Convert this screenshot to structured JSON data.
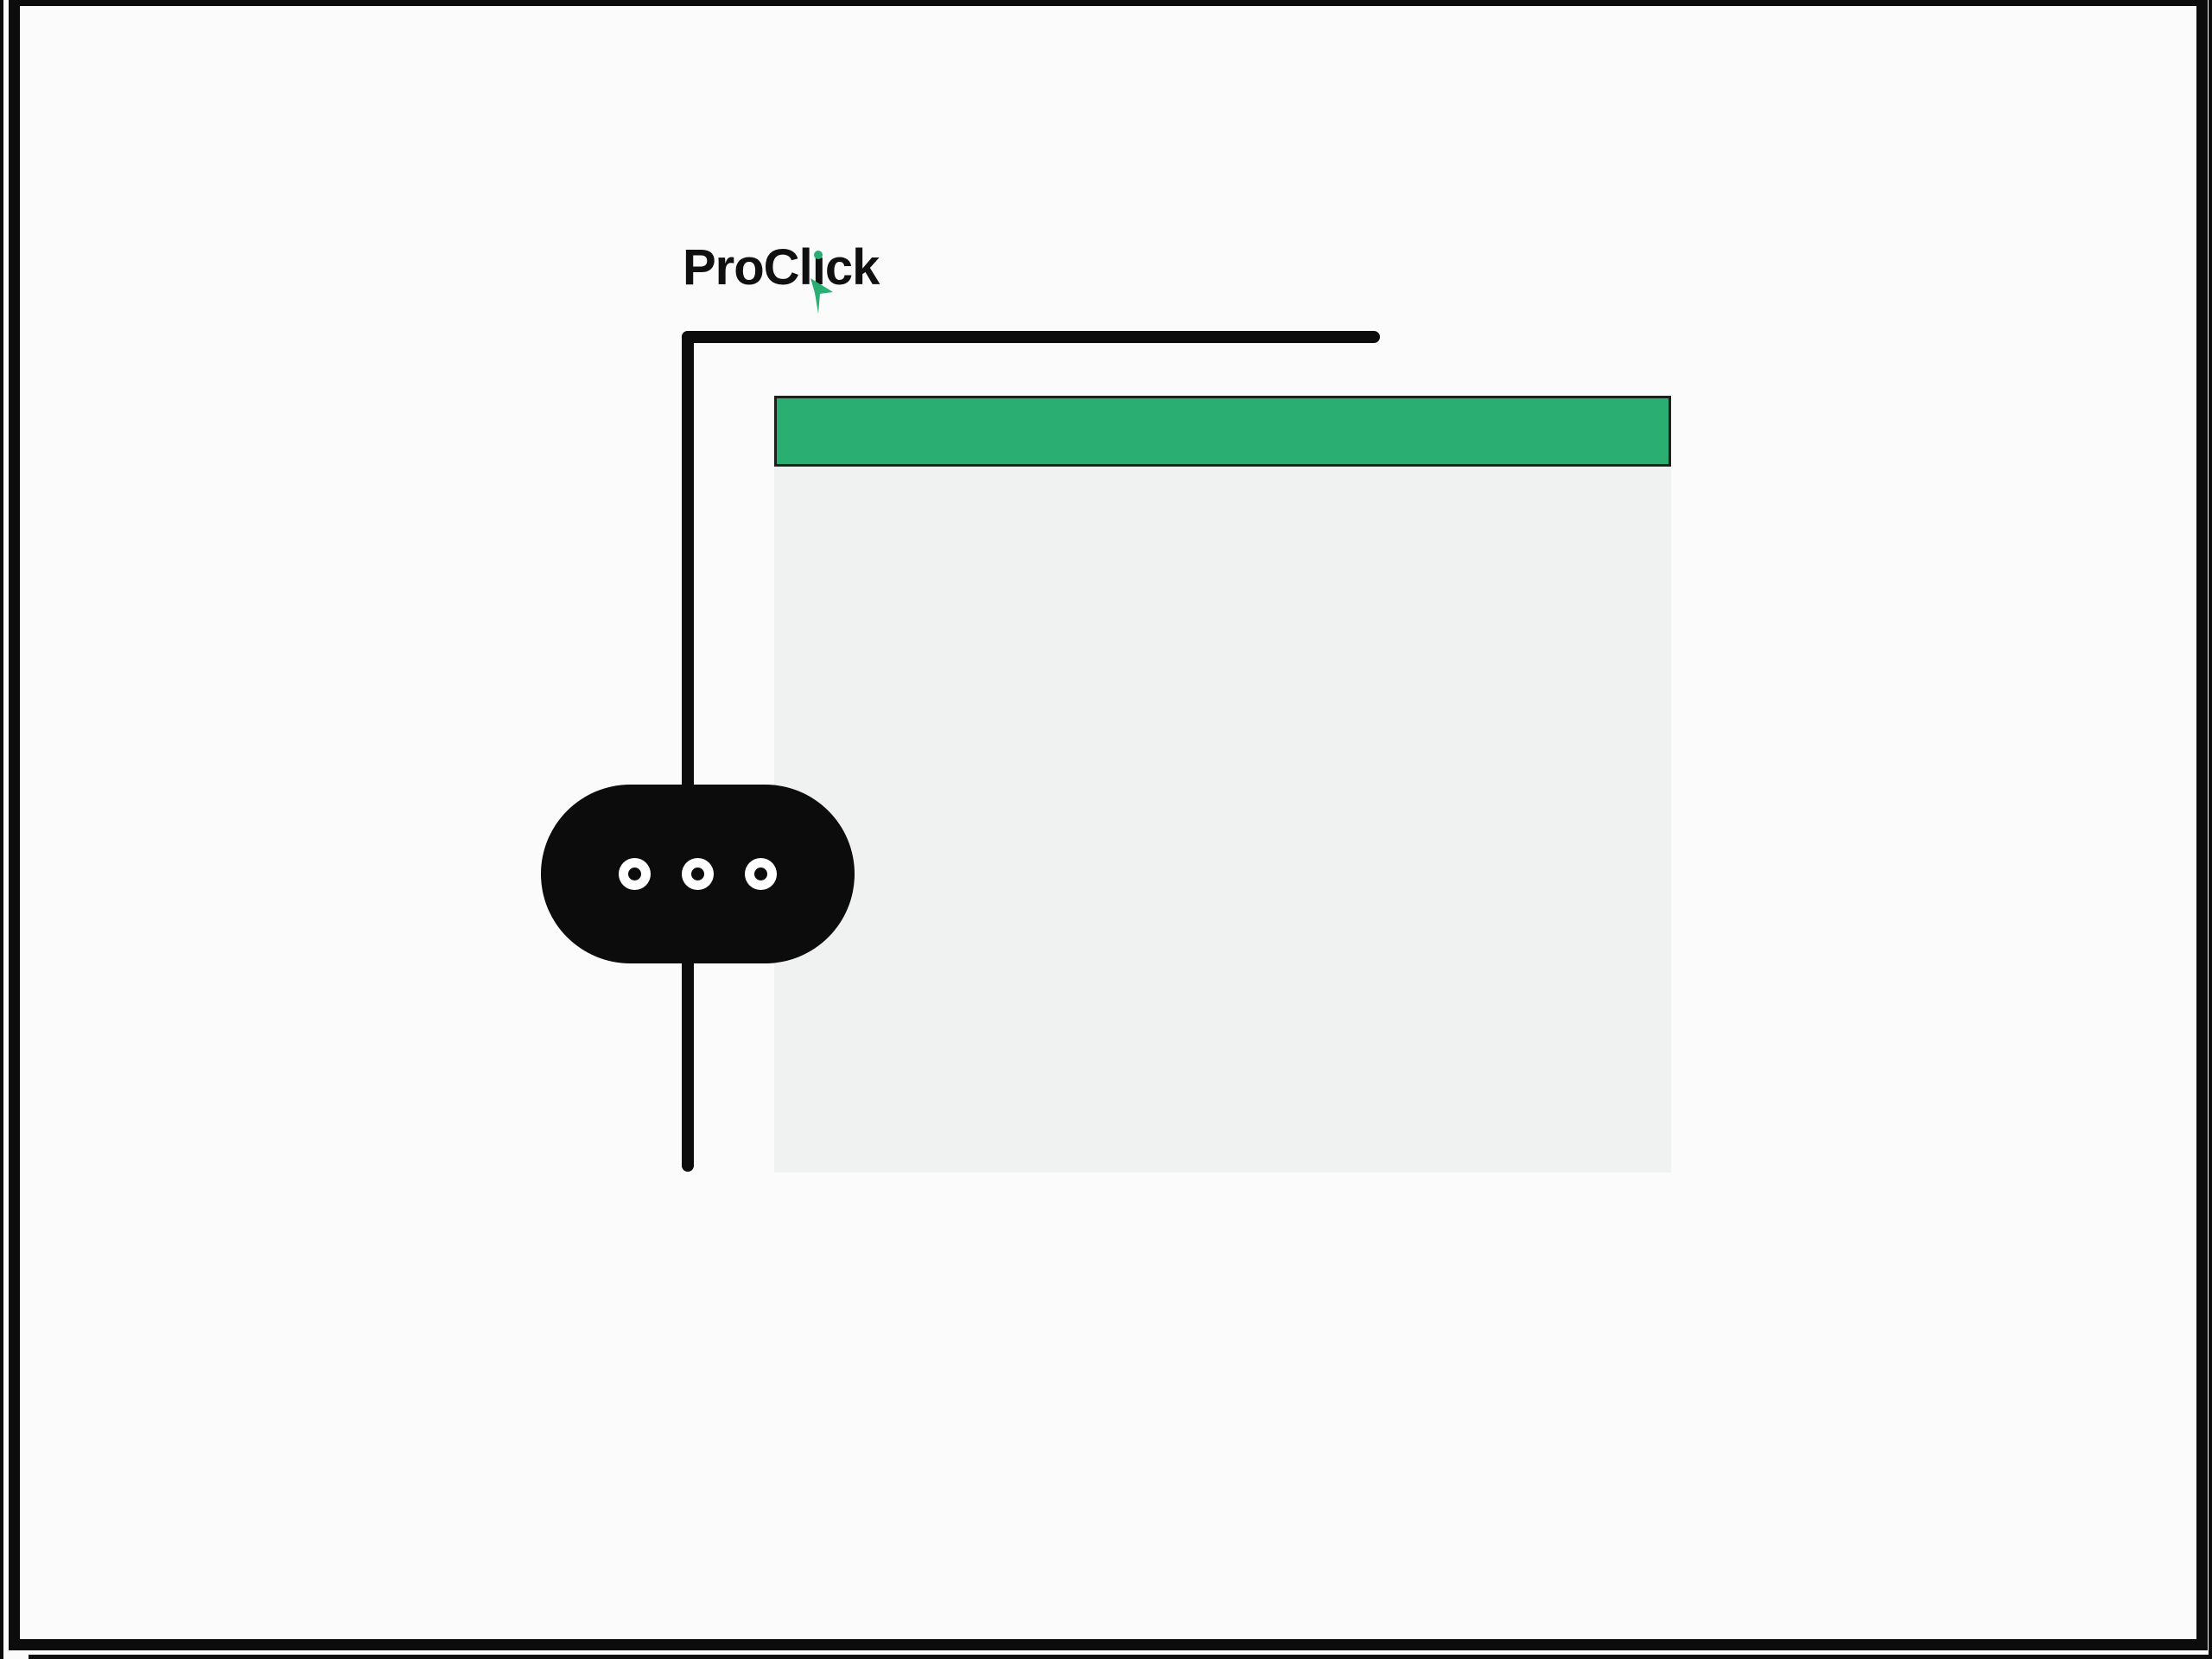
{
  "logo": {
    "brand": "ProClick",
    "part_before_i": "ProCl",
    "dotless_i": "ı",
    "part_after_i": "ck"
  },
  "more_options_button": {
    "dot_count": 3
  },
  "colors": {
    "background": "#FBFBFB",
    "ink_black": "#0C0C0C",
    "accent_green": "#2BAE72",
    "window_header_green": "#2BAE72",
    "window_header_border": "#1C211E",
    "window_body_gray": "#F0F2F1",
    "dot_white": "#FFFFFF"
  }
}
